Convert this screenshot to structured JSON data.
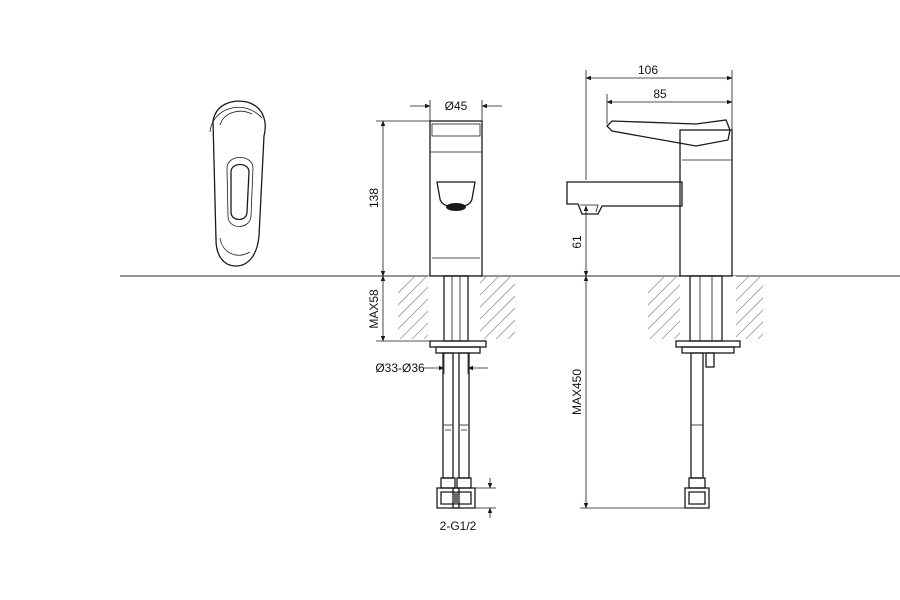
{
  "dimensions": {
    "body_width_outer": "106",
    "body_width_inner": "85",
    "base_diameter": "Ø45",
    "body_height": "138",
    "spout_height": "61",
    "max_deck_thickness": "MAX58",
    "hole_diameter": "Ø33-Ø36",
    "max_hose_length": "MAX450",
    "connection_thread": "2-G1/2"
  },
  "colors": {
    "line": "#1a1a1a",
    "hatch": "#9a9a9a",
    "background": "#ffffff"
  }
}
